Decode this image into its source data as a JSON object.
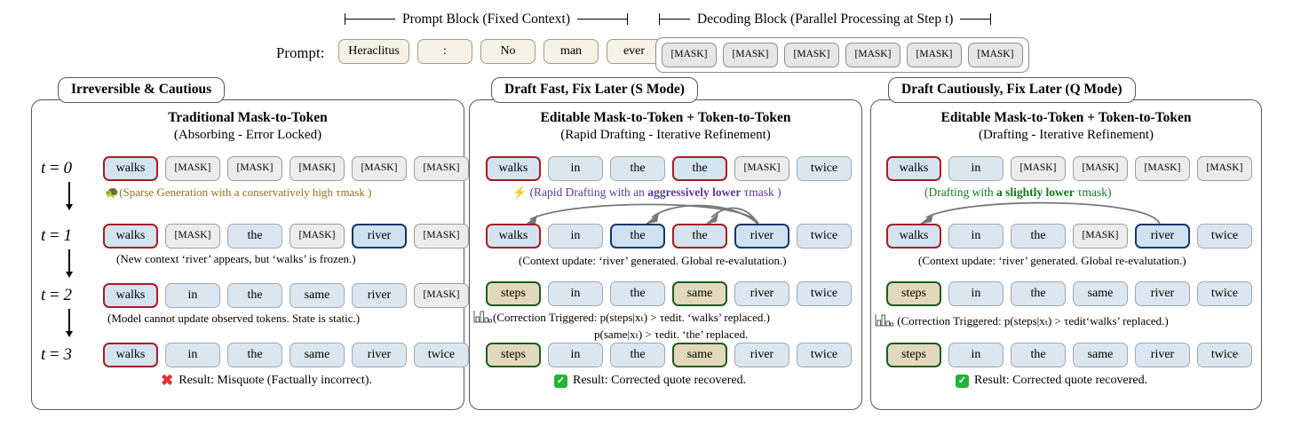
{
  "header": {
    "prompt_label": "Prompt:",
    "brace_left_text": "Prompt Block (Fixed Context)",
    "brace_right_text": "Decoding Block (Parallel Processing at Step t)",
    "prompt_tokens": [
      "Heraclitus",
      ":",
      "No",
      "man",
      "ever"
    ],
    "decode_tokens": [
      "[MASK]",
      "[MASK]",
      "[MASK]",
      "[MASK]",
      "[MASK]",
      "[MASK]"
    ]
  },
  "colors": {
    "red_border": "#a81c23",
    "blue_border": "#14376b",
    "green_border": "#1d5c1d",
    "token_blue_fill": "#dbe6f0",
    "token_tan_fill": "#e2d9bd",
    "mask_fill": "#ececec",
    "prompt_fill": "#f7f2e7",
    "note_brown": "#9c6b1f",
    "note_purple": "#5b3a96",
    "note_green": "#15761f"
  },
  "panels": [
    {
      "tag": "Irreversible & Cautious",
      "title": "Traditional Mask-to-Token",
      "subtitle": "(Absorbing - Error Locked)",
      "rows": [
        {
          "step": "t = 0",
          "tokens": [
            {
              "text": "walks",
              "style": "red"
            },
            {
              "text": "[MASK]",
              "style": "mask"
            },
            {
              "text": "[MASK]",
              "style": "mask"
            },
            {
              "text": "[MASK]",
              "style": "mask"
            },
            {
              "text": "[MASK]",
              "style": "mask"
            },
            {
              "text": "[MASK]",
              "style": "mask"
            }
          ]
        },
        {
          "step": "t = 1",
          "tokens": [
            {
              "text": "walks",
              "style": "red"
            },
            {
              "text": "[MASK]",
              "style": "mask"
            },
            {
              "text": "the",
              "style": "plain"
            },
            {
              "text": "[MASK]",
              "style": "mask"
            },
            {
              "text": "river",
              "style": "blue"
            },
            {
              "text": "[MASK]",
              "style": "mask"
            }
          ]
        },
        {
          "step": "t = 2",
          "tokens": [
            {
              "text": "walks",
              "style": "red"
            },
            {
              "text": "in",
              "style": "plain"
            },
            {
              "text": "the",
              "style": "plain"
            },
            {
              "text": "same",
              "style": "plain"
            },
            {
              "text": "river",
              "style": "plain"
            },
            {
              "text": "[MASK]",
              "style": "mask"
            }
          ]
        },
        {
          "step": "t = 3",
          "tokens": [
            {
              "text": "walks",
              "style": "red"
            },
            {
              "text": "in",
              "style": "plain"
            },
            {
              "text": "the",
              "style": "plain"
            },
            {
              "text": "same",
              "style": "plain"
            },
            {
              "text": "river",
              "style": "plain"
            },
            {
              "text": "twice",
              "style": "plain"
            }
          ]
        }
      ],
      "notes": [
        {
          "icon": "turtle-emoji",
          "glyph": "🐢",
          "color": "brown",
          "text": "(Sparse Generation with a conservatively high τmask )"
        },
        {
          "icon": "none",
          "glyph": "",
          "color": "black",
          "text": "(New context ‘river’ appears, but ‘walks’ is frozen.)"
        },
        {
          "icon": "none",
          "glyph": "",
          "color": "black",
          "text": "(Model cannot update observed tokens. State is static.)"
        }
      ],
      "result": {
        "marker": "cross-icon",
        "text": "Result: Misquote (Factually incorrect)."
      }
    },
    {
      "tag": "Draft Fast, Fix Later (S Mode)",
      "title": "Editable Mask-to-Token + Token-to-Token",
      "subtitle": "(Rapid Drafting - Iterative Refinement)",
      "rows": [
        {
          "step": "",
          "tokens": [
            {
              "text": "walks",
              "style": "red"
            },
            {
              "text": "in",
              "style": "plain"
            },
            {
              "text": "the",
              "style": "plain"
            },
            {
              "text": "the",
              "style": "red"
            },
            {
              "text": "[MASK]",
              "style": "mask"
            },
            {
              "text": "twice",
              "style": "plain"
            }
          ]
        },
        {
          "step": "",
          "tokens": [
            {
              "text": "walks",
              "style": "red"
            },
            {
              "text": "in",
              "style": "plain"
            },
            {
              "text": "the",
              "style": "blue"
            },
            {
              "text": "the",
              "style": "red"
            },
            {
              "text": "river",
              "style": "blue"
            },
            {
              "text": "twice",
              "style": "plain"
            }
          ]
        },
        {
          "step": "",
          "tokens": [
            {
              "text": "steps",
              "style": "green"
            },
            {
              "text": "in",
              "style": "plain"
            },
            {
              "text": "the",
              "style": "plain"
            },
            {
              "text": "same",
              "style": "green"
            },
            {
              "text": "river",
              "style": "plain"
            },
            {
              "text": "twice",
              "style": "plain"
            }
          ]
        },
        {
          "step": "",
          "tokens": [
            {
              "text": "steps",
              "style": "green"
            },
            {
              "text": "in",
              "style": "plain"
            },
            {
              "text": "the",
              "style": "plain"
            },
            {
              "text": "same",
              "style": "green"
            },
            {
              "text": "river",
              "style": "plain"
            },
            {
              "text": "twice",
              "style": "plain"
            }
          ]
        }
      ],
      "notes": [
        {
          "icon": "lightning-emoji",
          "glyph": "⚡",
          "color": "purple",
          "text_plain_1": "(Rapid Drafting with an ",
          "text_bold": "aggressively lower",
          "text_plain_2": " τmask )"
        },
        {
          "icon": "none",
          "color": "black",
          "text": "(Context update: ‘river’ generated. Global re-evalutation.)"
        },
        {
          "icon": "bar-chart-icon",
          "color": "black",
          "line1": "(Correction Triggered: p(steps|xₜ) > τedit. ‘walks’ replaced.)",
          "line2": "p(same|xₜ) > τedit. ‘the’ replaced."
        }
      ],
      "result": {
        "marker": "check-icon",
        "text": "Result: Corrected quote recovered."
      }
    },
    {
      "tag": "Draft Cautiously, Fix Later (Q Mode)",
      "title": "Editable Mask-to-Token + Token-to-Token",
      "subtitle": "(Drafting - Iterative Refinement)",
      "rows": [
        {
          "step": "",
          "tokens": [
            {
              "text": "walks",
              "style": "red"
            },
            {
              "text": "in",
              "style": "plain"
            },
            {
              "text": "[MASK]",
              "style": "mask"
            },
            {
              "text": "[MASK]",
              "style": "mask"
            },
            {
              "text": "[MASK]",
              "style": "mask"
            },
            {
              "text": "[MASK]",
              "style": "mask"
            }
          ]
        },
        {
          "step": "",
          "tokens": [
            {
              "text": "walks",
              "style": "red"
            },
            {
              "text": "in",
              "style": "plain"
            },
            {
              "text": "the",
              "style": "plain"
            },
            {
              "text": "[MASK]",
              "style": "mask"
            },
            {
              "text": "river",
              "style": "blue"
            },
            {
              "text": "twice",
              "style": "plain"
            }
          ]
        },
        {
          "step": "",
          "tokens": [
            {
              "text": "steps",
              "style": "green"
            },
            {
              "text": "in",
              "style": "plain"
            },
            {
              "text": "the",
              "style": "plain"
            },
            {
              "text": "same",
              "style": "plain"
            },
            {
              "text": "river",
              "style": "plain"
            },
            {
              "text": "twice",
              "style": "plain"
            }
          ]
        },
        {
          "step": "",
          "tokens": [
            {
              "text": "steps",
              "style": "green"
            },
            {
              "text": "in",
              "style": "plain"
            },
            {
              "text": "the",
              "style": "plain"
            },
            {
              "text": "same",
              "style": "plain"
            },
            {
              "text": "river",
              "style": "plain"
            },
            {
              "text": "twice",
              "style": "plain"
            }
          ]
        }
      ],
      "notes": [
        {
          "icon": "none",
          "color": "green",
          "text_plain_1": "(Drafting with ",
          "text_bold": "a slightly lower",
          "text_plain_2": " τmask)"
        },
        {
          "icon": "none",
          "color": "black",
          "text": "(Context update: ‘river’ generated. Global re-evalutation.)"
        },
        {
          "icon": "bar-chart-icon",
          "color": "black",
          "line1": "(Correction Triggered: p(steps|xₜ) > τedit‘walks’ replaced.)"
        }
      ],
      "result": {
        "marker": "check-icon",
        "text": "Result: Corrected quote recovered."
      }
    }
  ]
}
